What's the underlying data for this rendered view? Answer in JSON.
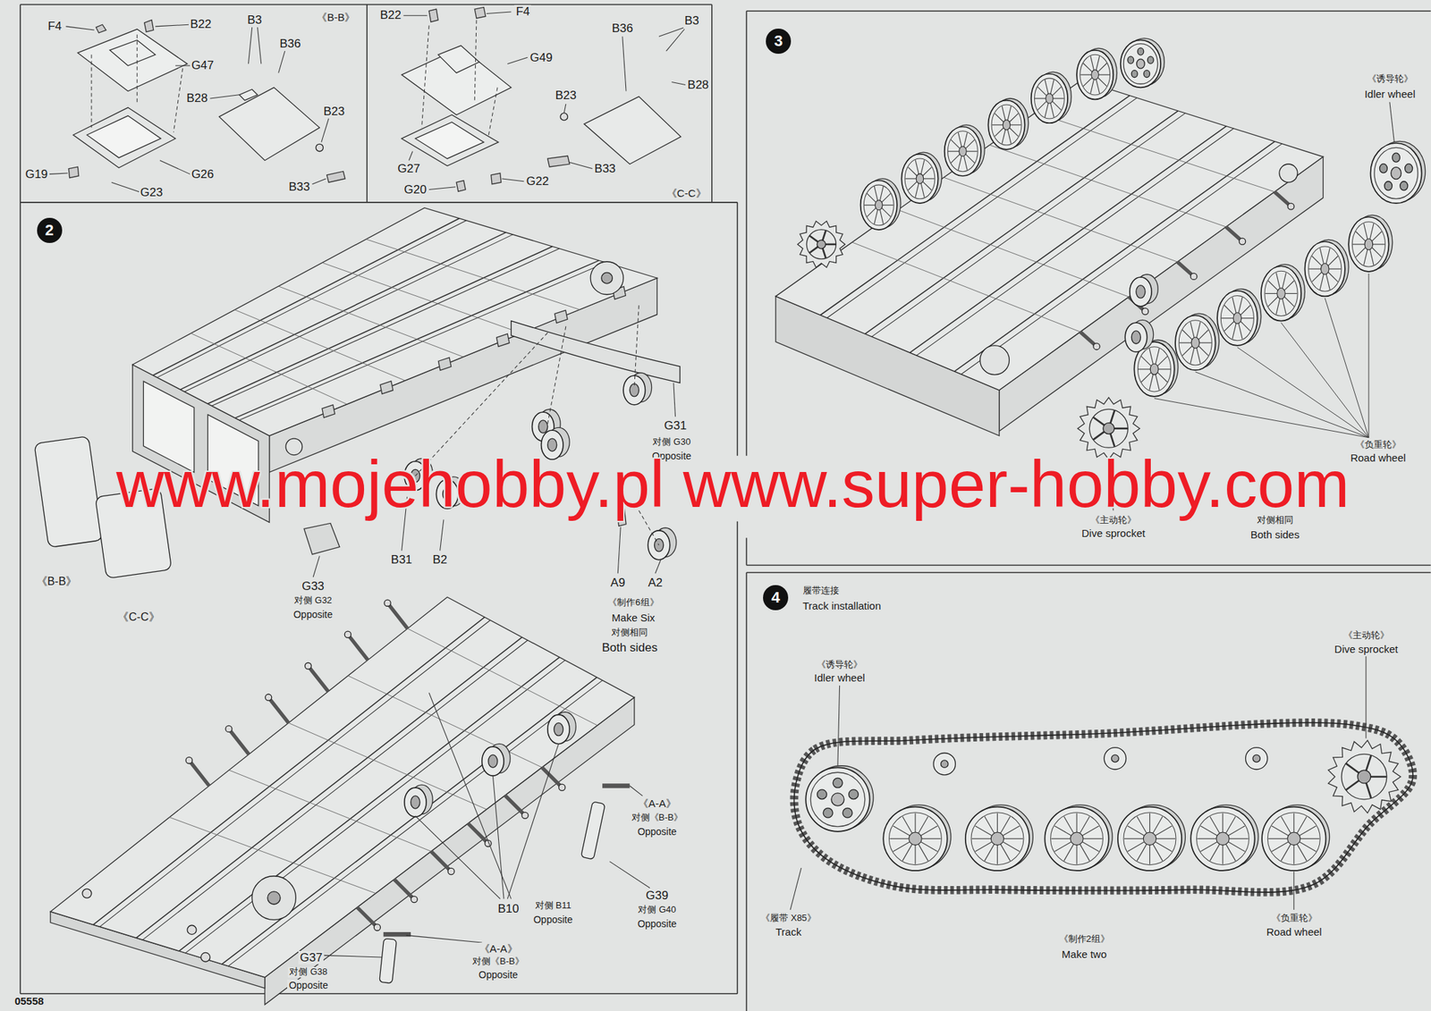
{
  "diagram": {
    "nodes": [
      {
        "text": [
          "2"
        ]
      },
      {
        "text": [
          "3"
        ]
      },
      {
        "text": [
          "4"
        ]
      }
    ],
    "labels": [
      "F4",
      "B22",
      "B3",
      "《B-B》",
      "B36",
      "G47",
      "B28",
      "B23",
      "G26",
      "G19",
      "G23",
      "B33",
      "B22",
      "F4",
      "B36",
      "B3",
      "G49",
      "B28",
      "B23",
      "G27",
      "B33",
      "G22",
      "G20",
      "《C-C》",
      "G31",
      "对侧 G30",
      "Opposite",
      "《B-B》",
      "《C-C》",
      "B31",
      "B2",
      "G33",
      "对侧 G32",
      "Opposite",
      "A9",
      "A2",
      "《制作6组》",
      "Make Six",
      "对侧相同",
      "Both sides",
      "《A-A》",
      "对侧《B-B》",
      "Opposite",
      "G39",
      "对侧 G40",
      "Opposite",
      "B10",
      "对侧 B11",
      "Opposite",
      "《A-A》",
      "对侧《B-B》",
      "Opposite",
      "G37",
      "对侧 G38",
      "Opposite",
      "05558",
      "《诱导轮》",
      "Idler wheel",
      "《负重轮》",
      "Road wheel",
      "《主动轮》",
      "Dive sprocket",
      "对侧相同",
      "Both sides",
      "履带连接",
      "Track installation",
      "《主动轮》",
      "Dive sprocket",
      "《诱导轮》",
      "Idler wheel",
      "《履带 X85》",
      "Track",
      "《负重轮》",
      "Road wheel",
      "《制作2组》",
      "Make two",
      "www.mojehobby.pl www.super-hobby.com"
    ]
  }
}
